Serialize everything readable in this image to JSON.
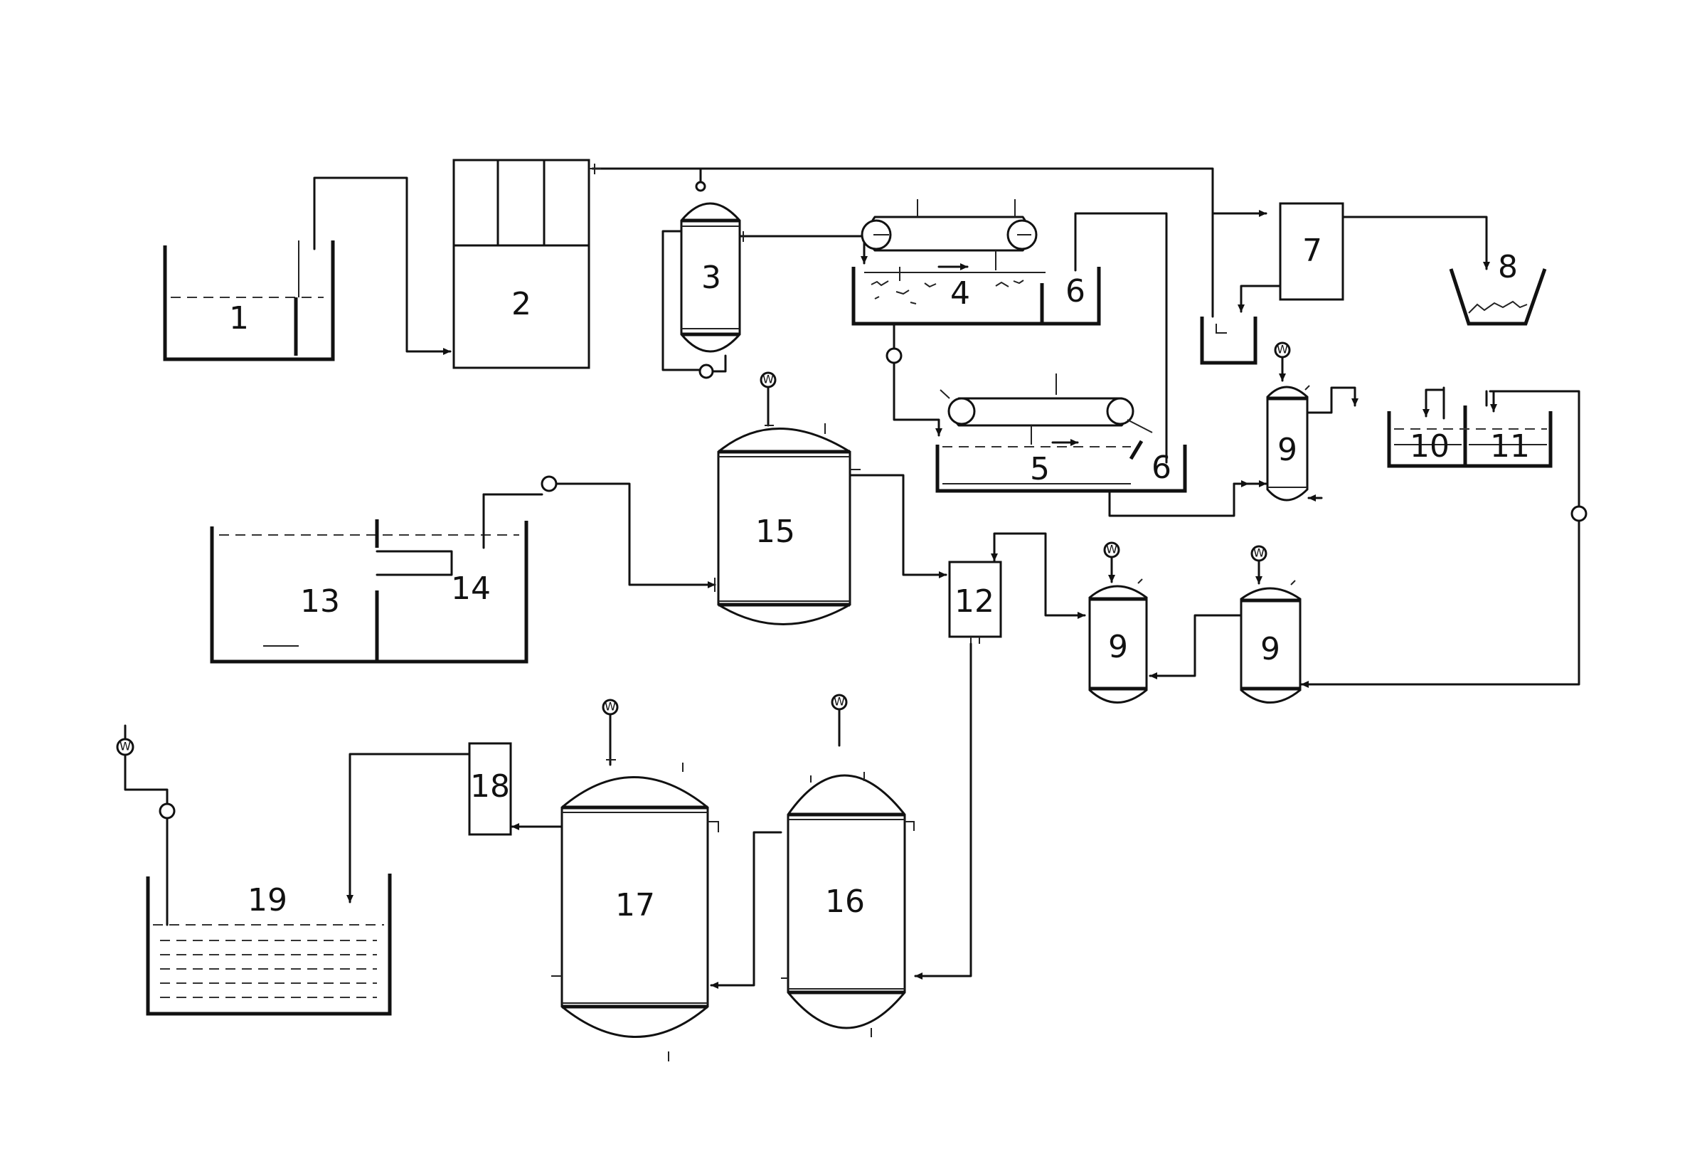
{
  "labels": {
    "n1": "1",
    "n2": "2",
    "n3": "3",
    "n4": "4",
    "n5": "5",
    "n6a": "6",
    "n6b": "6",
    "n7": "7",
    "n8": "8",
    "n9a": "9",
    "n9b": "9",
    "n9c": "9",
    "n10": "10",
    "n11": "11",
    "n12": "12",
    "n13": "13",
    "n14": "14",
    "n15": "15",
    "n16": "16",
    "n17": "17",
    "n18": "18",
    "n19": "19"
  },
  "gauge_mark": "W",
  "icons": {
    "pump": "pump-icon",
    "gauge": "gauge-icon",
    "arrow": "flow-arrow-icon"
  },
  "colors": {
    "line": "#111111",
    "background": "#ffffff"
  }
}
